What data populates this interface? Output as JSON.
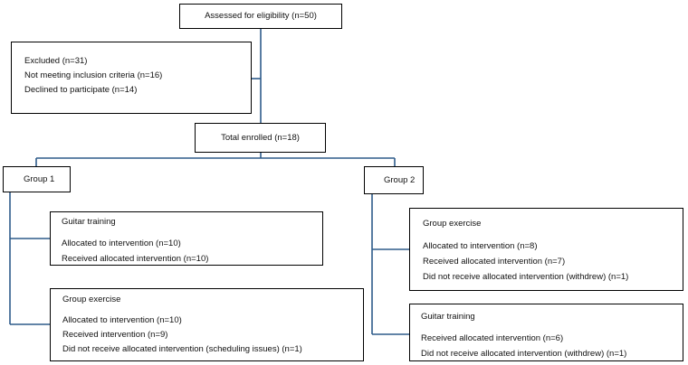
{
  "flowchart": {
    "assessed": "Assessed for eligibility (n=50)",
    "excluded": {
      "title": "Excluded (n=31)",
      "reasons": [
        "Not meeting inclusion criteria (n=16)",
        "Declined to participate (n=14)"
      ]
    },
    "enrolled": "Total enrolled (n=18)",
    "group1": {
      "label": "Group 1",
      "guitar": {
        "title": "Guitar training",
        "lines": [
          "Allocated to intervention (n=10)",
          "Received allocated intervention (n=10)"
        ]
      },
      "exercise": {
        "title": "Group exercise",
        "lines": [
          "Allocated to intervention (n=10)",
          "Received intervention (n=9)",
          "Did not receive allocated intervention (scheduling issues) (n=1)"
        ]
      }
    },
    "group2": {
      "label": "Group 2",
      "exercise": {
        "title": "Group exercise",
        "lines": [
          "Allocated to intervention (n=8)",
          "Received allocated intervention (n=7)",
          "Did not receive allocated intervention (withdrew) (n=1)"
        ]
      },
      "guitar": {
        "title": "Guitar training",
        "lines": [
          "Received allocated intervention (n=6)",
          "Did not receive allocated intervention (withdrew) (n=1)"
        ]
      }
    }
  }
}
